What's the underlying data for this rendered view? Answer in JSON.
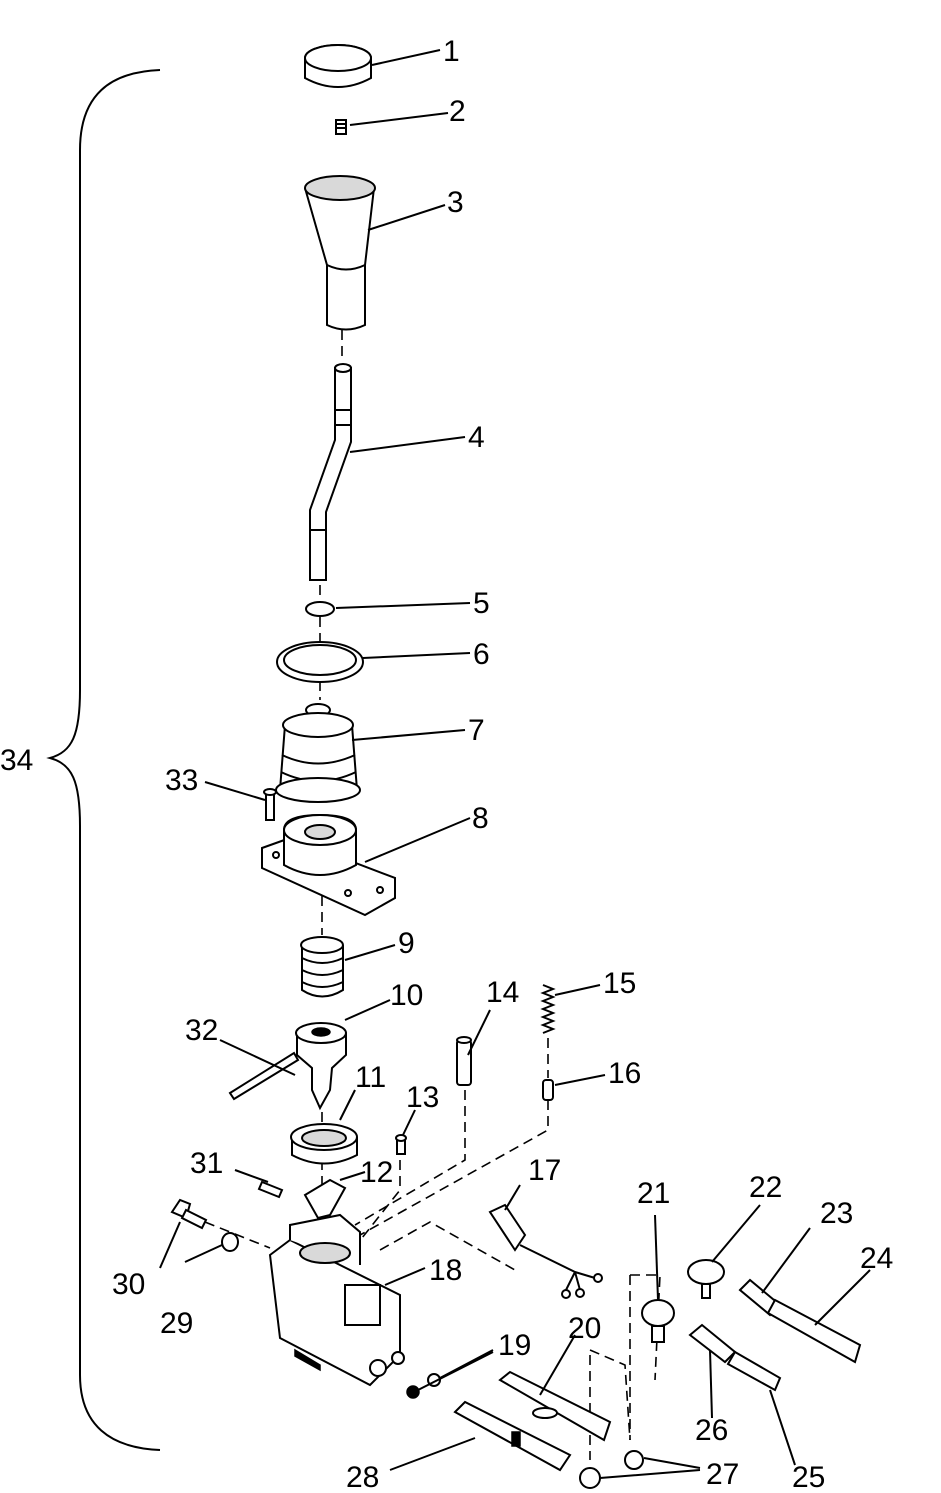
{
  "assembly": {
    "label": "34",
    "parts": [
      {
        "number": "1"
      },
      {
        "number": "2"
      },
      {
        "number": "3"
      },
      {
        "number": "4"
      },
      {
        "number": "5"
      },
      {
        "number": "6"
      },
      {
        "number": "7"
      },
      {
        "number": "8"
      },
      {
        "number": "9"
      },
      {
        "number": "10"
      },
      {
        "number": "11"
      },
      {
        "number": "12"
      },
      {
        "number": "13"
      },
      {
        "number": "14"
      },
      {
        "number": "15"
      },
      {
        "number": "16"
      },
      {
        "number": "17"
      },
      {
        "number": "18"
      },
      {
        "number": "19"
      },
      {
        "number": "20"
      },
      {
        "number": "21"
      },
      {
        "number": "22"
      },
      {
        "number": "23"
      },
      {
        "number": "24"
      },
      {
        "number": "25"
      },
      {
        "number": "26"
      },
      {
        "number": "27"
      },
      {
        "number": "28"
      },
      {
        "number": "29"
      },
      {
        "number": "30"
      },
      {
        "number": "31"
      },
      {
        "number": "32"
      },
      {
        "number": "33"
      }
    ]
  }
}
